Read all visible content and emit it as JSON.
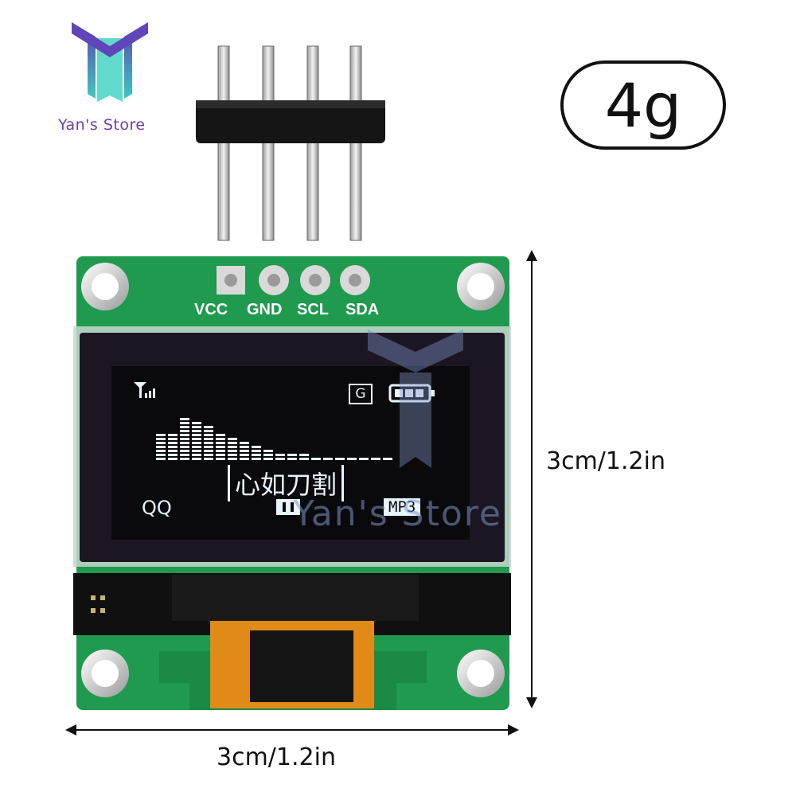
{
  "brand": {
    "name": "Yan's Store"
  },
  "product": {
    "weight": "4g"
  },
  "dimensions": {
    "height": "3cm/1.2in",
    "width": "3cm/1.2in"
  },
  "header_pins": [
    "VCC",
    "GND",
    "SCL",
    "SDA"
  ],
  "oled_screen": {
    "network_badge": "G",
    "song_title": "心如刀割",
    "app_label": "QQ",
    "format_label": "MP3",
    "equalizer_levels": [
      0.55,
      0.62,
      0.95,
      0.85,
      0.72,
      0.62,
      0.52,
      0.42,
      0.3,
      0.22,
      0.18,
      0.16,
      0.14,
      0.12,
      0.1,
      0.08,
      0.06,
      0.06,
      0.06,
      0.06
    ]
  },
  "watermark": "Yan's Store",
  "colors": {
    "pcb": "#1f9a4e",
    "screen": "#0a0a0c",
    "pixel": "#e8f4ff",
    "brand": "#6a3fa6"
  }
}
